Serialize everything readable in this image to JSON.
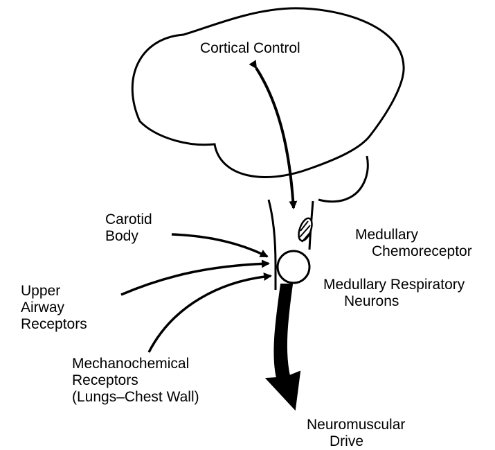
{
  "labels": {
    "cortical_control": "Cortical Control",
    "carotid_body": [
      "Carotid",
      "Body"
    ],
    "medullary_chemoreceptor": [
      "Medullary",
      "Chemoreceptor"
    ],
    "medullary_respiratory_neurons": [
      "Medullary Respiratory",
      "Neurons"
    ],
    "upper_airway_receptors": [
      "Upper",
      "Airway",
      "Receptors"
    ],
    "mechanochemical_receptors": [
      "Mechanochemical",
      "Receptors",
      "(Lungs–Chest Wall)"
    ],
    "neuromuscular_drive": [
      "Neuromuscular",
      "Drive"
    ]
  },
  "colors": {
    "ink": "#000000",
    "background": "#ffffff"
  }
}
